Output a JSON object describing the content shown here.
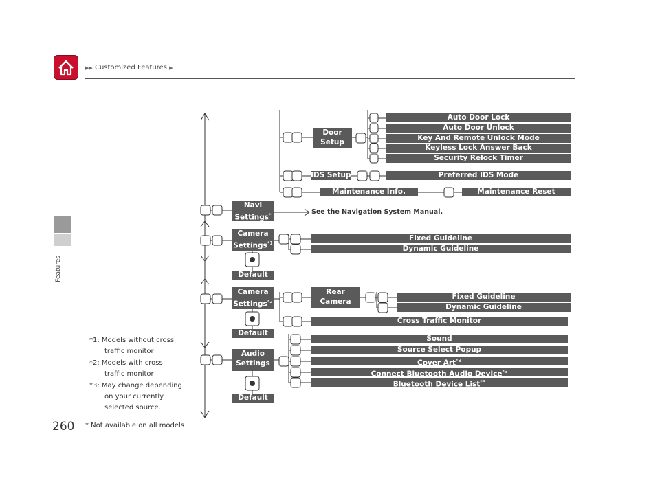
{
  "breadcrumb": {
    "arrows": "▶▶",
    "label": "Customized Features",
    "end_arrow": "▶"
  },
  "section_tab": "Features",
  "page_number": "260",
  "not_available_note": "* Not available on all models",
  "footnotes": [
    {
      "mark": "*1:",
      "line1": "Models without cross",
      "line2": "traffic monitor",
      "line3": ""
    },
    {
      "mark": "*2:",
      "line1": "Models with cross",
      "line2": "traffic monitor",
      "line3": ""
    },
    {
      "mark": "*3:",
      "line1": "May change depending",
      "line2": "on your currently",
      "line3": "selected source."
    }
  ],
  "door_setup": {
    "label_line1": "Door",
    "label_line2": "Setup",
    "items": [
      "Auto Door Lock",
      "Auto Door Unlock",
      "Key And Remote Unlock Mode",
      "Keyless Lock Answer Back",
      "Security Relock Timer"
    ]
  },
  "ids_setup": {
    "label": "IDS Setup",
    "item": "Preferred IDS Mode"
  },
  "maintenance": {
    "label": "Maintenance Info.",
    "item": "Maintenance Reset"
  },
  "navi": {
    "line1": "Navi",
    "line2": "Settings",
    "mark": "*",
    "note": "See the Navigation System Manual."
  },
  "camera1": {
    "line1": "Camera",
    "line2": "Settings",
    "mark": "*1",
    "items": [
      "Fixed Guideline",
      "Dynamic Guideline"
    ],
    "default": "Default"
  },
  "camera2": {
    "line1": "Camera",
    "line2": "Settings",
    "mark": "*2",
    "rear_line1": "Rear",
    "rear_line2": "Camera",
    "rear_items": [
      "Fixed Guideline",
      "Dynamic Guideline"
    ],
    "cross": "Cross Traffic Monitor",
    "default": "Default"
  },
  "audio": {
    "line1": "Audio",
    "line2": "Settings",
    "items": [
      {
        "label": "Sound",
        "mark": ""
      },
      {
        "label": "Source Select Popup",
        "mark": ""
      },
      {
        "label": "Cover Art",
        "mark": "*3"
      },
      {
        "label": "Connect Bluetooth Audio Device",
        "mark": "*3"
      },
      {
        "label": "Bluetooth Device List",
        "mark": "*3"
      }
    ],
    "default": "Default"
  },
  "colors": {
    "bar": "#5a5a5a",
    "home": "#c8102e",
    "line": "#333333"
  },
  "icons": [
    "home-icon",
    "knob-rotate-icon",
    "knob-push-icon",
    "knob-move-icon",
    "arrow-right-icon"
  ]
}
